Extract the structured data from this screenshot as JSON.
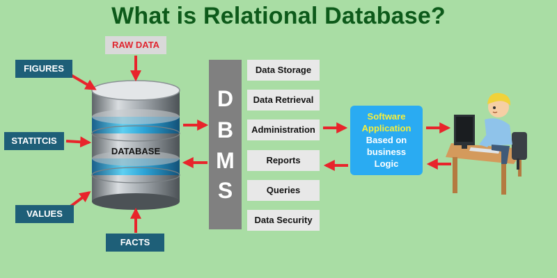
{
  "title": "What is Relational Database?",
  "inputs": {
    "raw_data": "RAW DATA",
    "figures": "FIGURES",
    "statistics": "STATITCIS",
    "values": "VALUES",
    "facts": "FACTS"
  },
  "database_label": "DATABASE",
  "dbms_letters": [
    "D",
    "B",
    "M",
    "S"
  ],
  "functions": [
    "Data Storage",
    "Data Retrieval",
    "Administration",
    "Reports",
    "Queries",
    "Data Security"
  ],
  "app_box": {
    "line1": "Software",
    "line2": "Application",
    "line3": "Based on",
    "line4": "business",
    "line5": "Logic"
  },
  "colors": {
    "background": "#a9dda4",
    "title": "#0d5a1a",
    "arrow": "#e8242b",
    "tag_dark": "#1e5f78",
    "app_box": "#2aabf2"
  }
}
